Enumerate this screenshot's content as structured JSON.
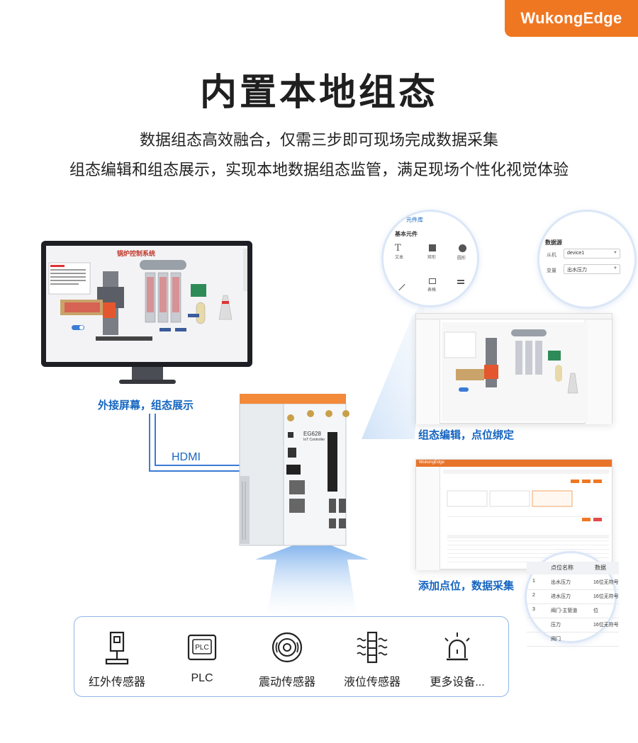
{
  "brand": "WukongEdge",
  "title": "内置本地组态",
  "subtitle_1": "数据组态高效融合，仅需三步即可现场完成数据采集",
  "subtitle_2": "组态编辑和组态展示，实现本地数据组态监管，满足现场个性化视觉体验",
  "monitor": {
    "screen_title": "锅炉控制系统",
    "caption": "外接屏幕，组态展示"
  },
  "hdmi_label": "HDMI",
  "device": {
    "model": "EG628",
    "model_sub": "IoT Controller"
  },
  "editor": {
    "zoom_circle": {
      "header": "元件库",
      "section": "基本元件",
      "items": [
        "文本",
        "矩形",
        "圆形",
        "",
        "表格",
        ""
      ],
      "icons": [
        "text-icon",
        "rect-icon",
        "circle-icon",
        "line-icon",
        "table-icon",
        "more-icon"
      ]
    },
    "datasource_circle": {
      "header": "数据源",
      "row1_label": "从机",
      "row1_value": "device1",
      "row2_label": "变量",
      "row2_value": "出水压力"
    },
    "caption": "组态编辑，点位绑定"
  },
  "collect": {
    "app_name": "WukongEdge",
    "caption": "添加点位，数据采集",
    "zoom_table": {
      "col_name": "点位名称",
      "col_type": "数据",
      "rows": [
        {
          "idx": "1",
          "name": "出水压力",
          "type": "16位无符号"
        },
        {
          "idx": "2",
          "name": "进水压力",
          "type": "16位无符号"
        },
        {
          "idx": "3",
          "name": "阀门-主管道",
          "type": "位"
        },
        {
          "idx": "",
          "name": "压力",
          "type": "16位无符号"
        },
        {
          "idx": "",
          "name": "阀门",
          "type": ""
        }
      ]
    }
  },
  "devices": [
    {
      "label": "红外传感器",
      "icon": "infrared-sensor-icon"
    },
    {
      "label": "PLC",
      "icon": "plc-icon"
    },
    {
      "label": "震动传感器",
      "icon": "vibration-sensor-icon"
    },
    {
      "label": "液位传感器",
      "icon": "level-sensor-icon"
    },
    {
      "label": "更多设备...",
      "icon": "alarm-light-icon"
    }
  ],
  "colors": {
    "brand_orange": "#f07722",
    "accent_blue": "#1565c0",
    "wire_blue": "#3b7bd6"
  }
}
